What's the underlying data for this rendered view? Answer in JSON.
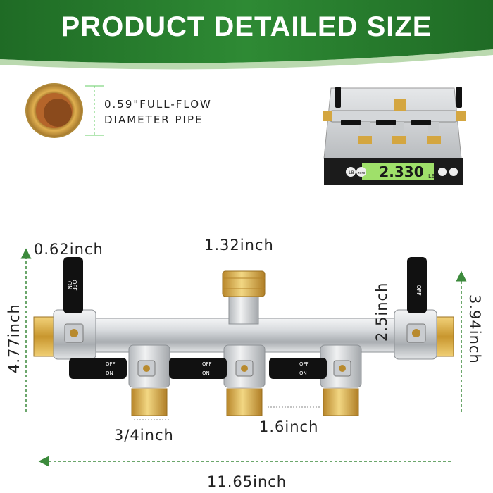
{
  "banner": {
    "title": "PRODUCT DETAILED SIZE",
    "color": "#2e7d32"
  },
  "pipe": {
    "caption_line1": "0.59\"FULL-FLOW",
    "caption_line2": "DIAMETER PIPE"
  },
  "scale": {
    "reading": "2.330",
    "unit": "LB",
    "btn_left": "LB",
    "btn_zero": "zero"
  },
  "valves": {
    "off_label": "OFF",
    "on_label": "ON"
  },
  "dimensions": {
    "handle_width": "0.62inch",
    "top_inlet": "1.32inch",
    "total_height": "4.77inch",
    "valve_height": "2.5inch",
    "right_height": "3.94inch",
    "outlet_width": "3/4inch",
    "outlet_spacing": "1.6inch",
    "total_length": "11.65inch"
  },
  "colors": {
    "arrow": "#3c8a3c",
    "brass": "#d4a640",
    "body": "#cfd2d6",
    "handle": "#111111"
  }
}
